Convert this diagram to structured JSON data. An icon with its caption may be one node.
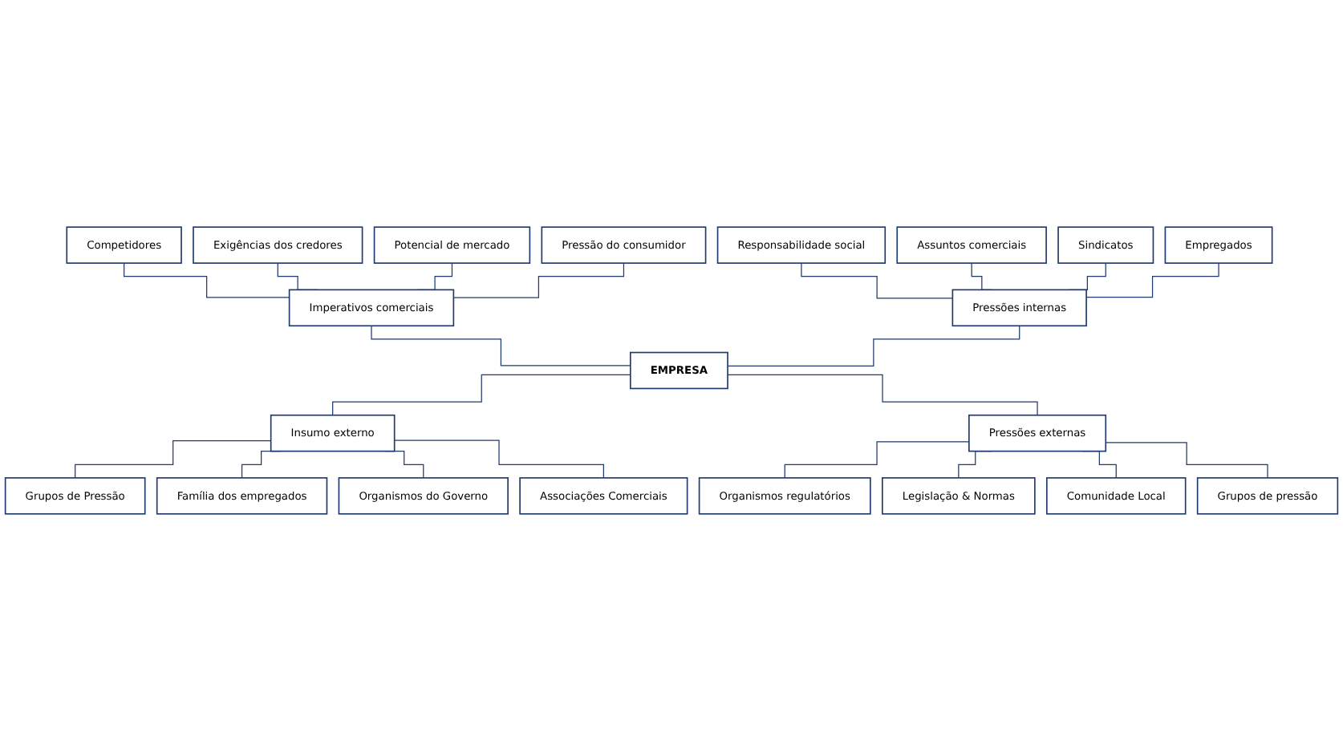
{
  "diagram": {
    "nodes": [
      {
        "text": [
          "EMPRESA"
        ]
      },
      {
        "text": [
          "Imperativos comerciais"
        ]
      },
      {
        "text": [
          "Pressões internas"
        ]
      },
      {
        "text": [
          "Insumo externo"
        ]
      },
      {
        "text": [
          "Pressões externas"
        ]
      },
      {
        "text": [
          "Competidores"
        ]
      },
      {
        "text": [
          "Exigências dos credores"
        ]
      },
      {
        "text": [
          "Potencial de mercado"
        ]
      },
      {
        "text": [
          "Pressão do consumidor"
        ]
      },
      {
        "text": [
          "Responsabilidade social"
        ]
      },
      {
        "text": [
          "Assuntos comerciais"
        ]
      },
      {
        "text": [
          "Sindicatos"
        ]
      },
      {
        "text": [
          "Empregados"
        ]
      },
      {
        "text": [
          "Grupos de Pressão"
        ]
      },
      {
        "text": [
          "Família dos empregados"
        ]
      },
      {
        "text": [
          "Organismos do Governo"
        ]
      },
      {
        "text": [
          "Associações Comerciais"
        ]
      },
      {
        "text": [
          "Organismos regulatórios"
        ]
      },
      {
        "text": [
          "Legislação & Normas"
        ]
      },
      {
        "text": [
          "Comunidade Local"
        ]
      },
      {
        "text": [
          "Grupos de pressão"
        ]
      }
    ],
    "edges": [
      {
        "from": 5,
        "to": 1,
        "arrow": "none"
      },
      {
        "from": 6,
        "to": 1,
        "arrow": "none"
      },
      {
        "from": 7,
        "to": 1,
        "arrow": "none"
      },
      {
        "from": 8,
        "to": 1,
        "arrow": "none"
      },
      {
        "from": 9,
        "to": 2,
        "arrow": "none"
      },
      {
        "from": 10,
        "to": 2,
        "arrow": "none"
      },
      {
        "from": 11,
        "to": 2,
        "arrow": "none"
      },
      {
        "from": 12,
        "to": 2,
        "arrow": "none"
      },
      {
        "from": 1,
        "to": 0,
        "arrow": "none"
      },
      {
        "from": 2,
        "to": 0,
        "arrow": "none"
      },
      {
        "from": 0,
        "to": 3,
        "arrow": "none"
      },
      {
        "from": 0,
        "to": 4,
        "arrow": "none"
      },
      {
        "from": 3,
        "to": 13,
        "arrow": "none"
      },
      {
        "from": 3,
        "to": 14,
        "arrow": "none"
      },
      {
        "from": 3,
        "to": 15,
        "arrow": "none"
      },
      {
        "from": 3,
        "to": 16,
        "arrow": "none"
      },
      {
        "from": 4,
        "to": 17,
        "arrow": "none"
      },
      {
        "from": 4,
        "to": 18,
        "arrow": "none"
      },
      {
        "from": 4,
        "to": 19,
        "arrow": "none"
      },
      {
        "from": 4,
        "to": 20,
        "arrow": "none"
      }
    ]
  }
}
